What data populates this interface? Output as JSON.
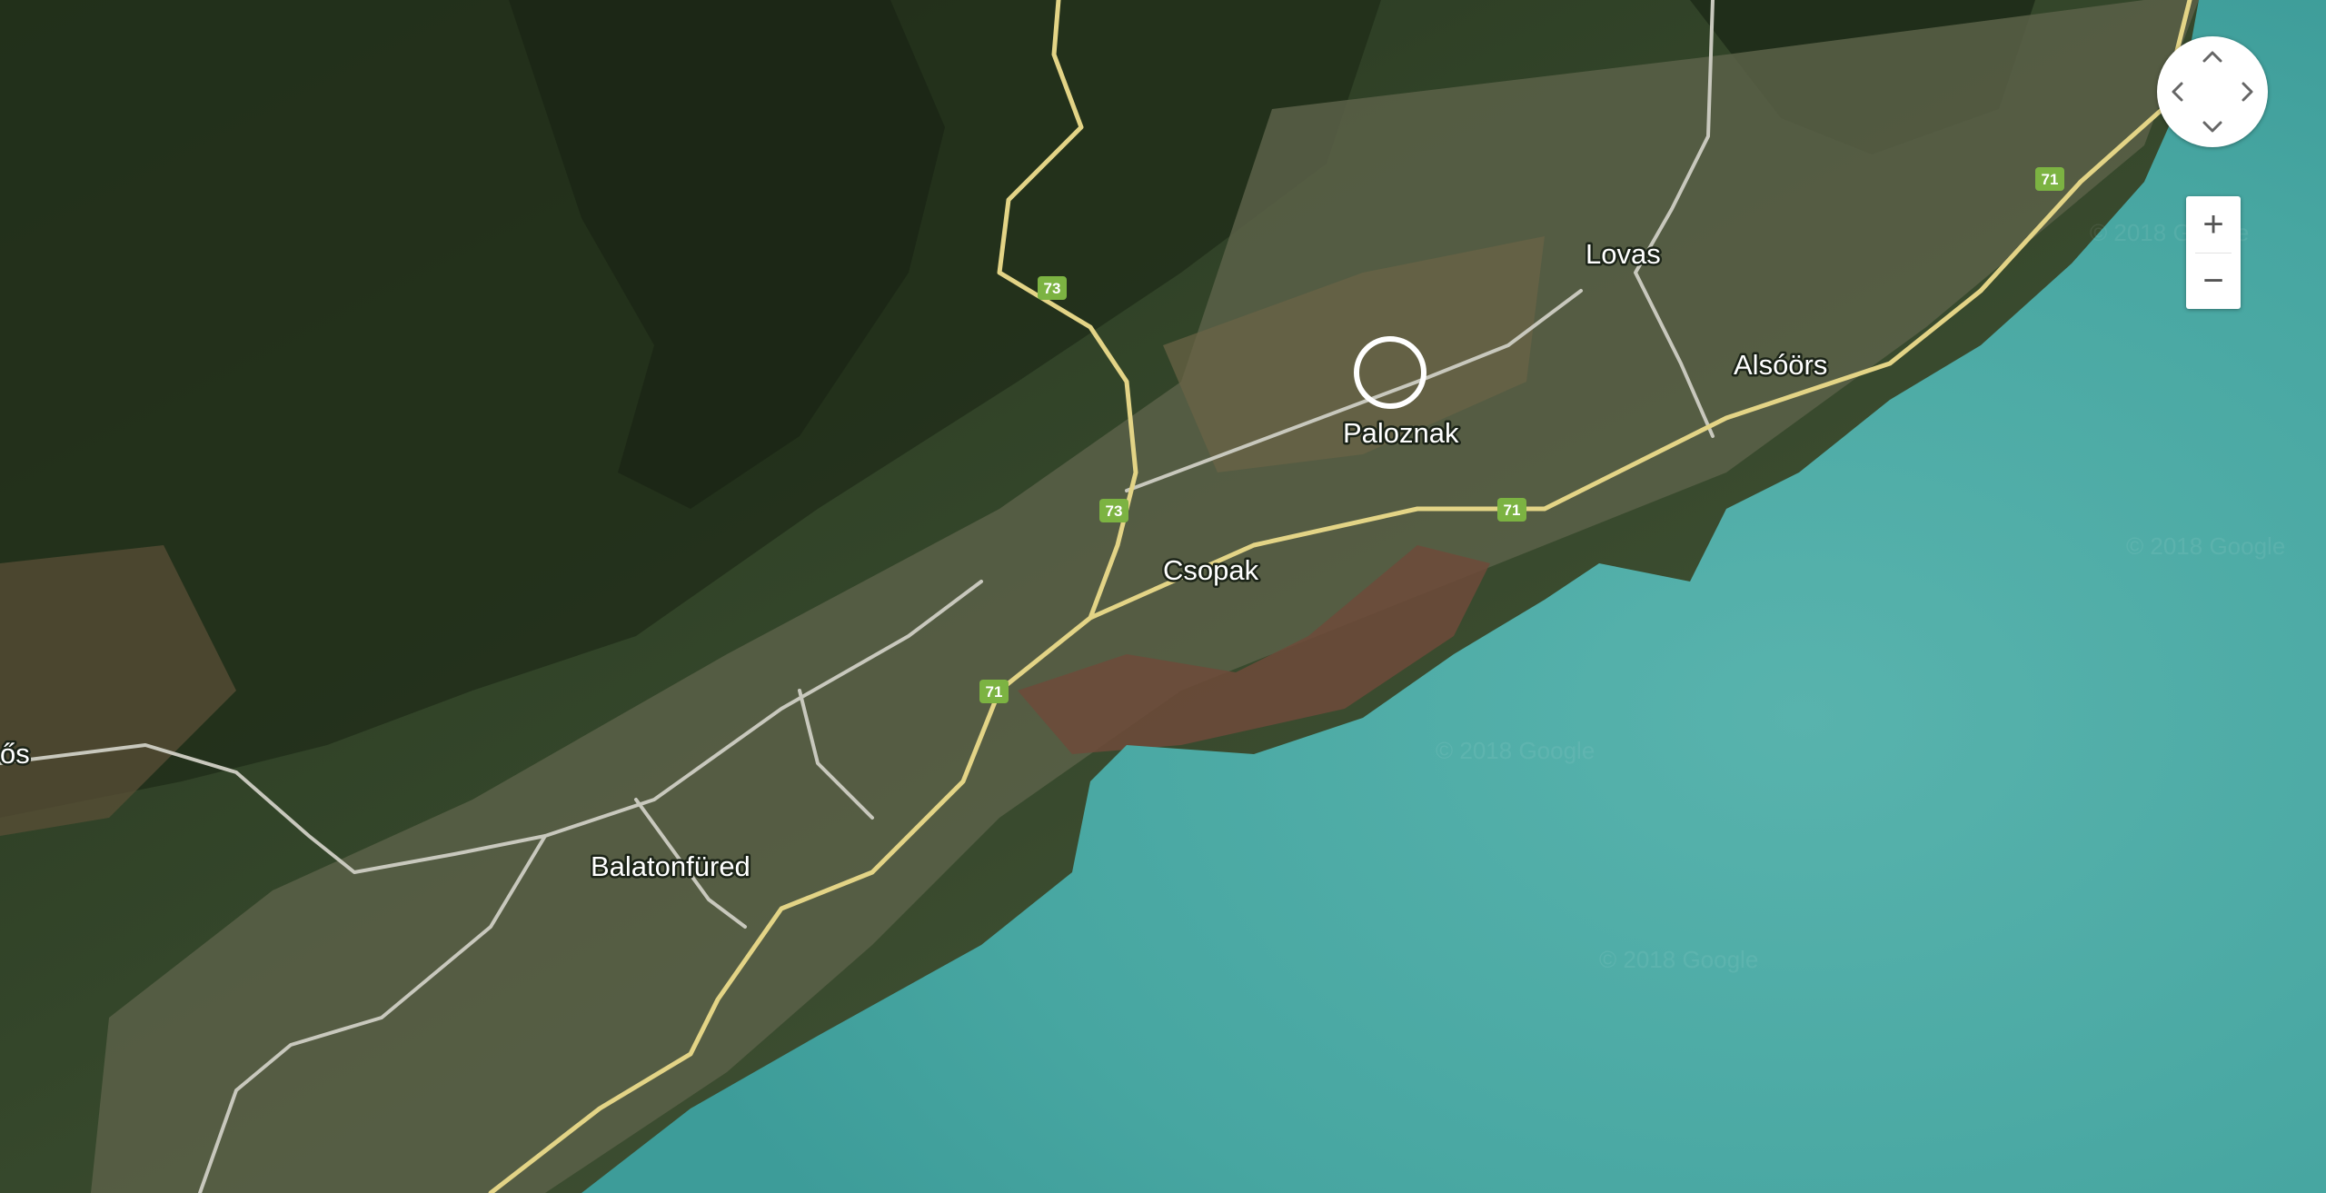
{
  "map": {
    "type": "satellite",
    "places": [
      {
        "id": "lovas",
        "label": "Lovas"
      },
      {
        "id": "paloznak",
        "label": "Paloznak"
      },
      {
        "id": "alsoors",
        "label": "Alsóörs"
      },
      {
        "id": "csopak",
        "label": "Csopak"
      },
      {
        "id": "balatonfured",
        "label": "Balatonfüred"
      },
      {
        "id": "edge-partial",
        "label": "ős"
      }
    ],
    "road_shields": [
      {
        "id": "r73-north",
        "label": "73"
      },
      {
        "id": "r73-south",
        "label": "73"
      },
      {
        "id": "r71-east",
        "label": "71"
      },
      {
        "id": "r71-middle",
        "label": "71"
      },
      {
        "id": "r71-west",
        "label": "71"
      }
    ],
    "watermarks": [
      "© 2018 Google",
      "© 2018 Google",
      "© 2018 Google",
      "© 2018 Google"
    ],
    "colors": {
      "lake": "#4aa9a4",
      "forest": "#2b3b24",
      "road_major": "#e8d98a",
      "road_minor": "#c9c9c0",
      "shield": "#7cb342"
    }
  },
  "controls": {
    "zoom_in_label": "+",
    "zoom_out_label": "−",
    "pan_icons": [
      "chevron-up-icon",
      "chevron-down-icon",
      "chevron-left-icon",
      "chevron-right-icon"
    ]
  }
}
